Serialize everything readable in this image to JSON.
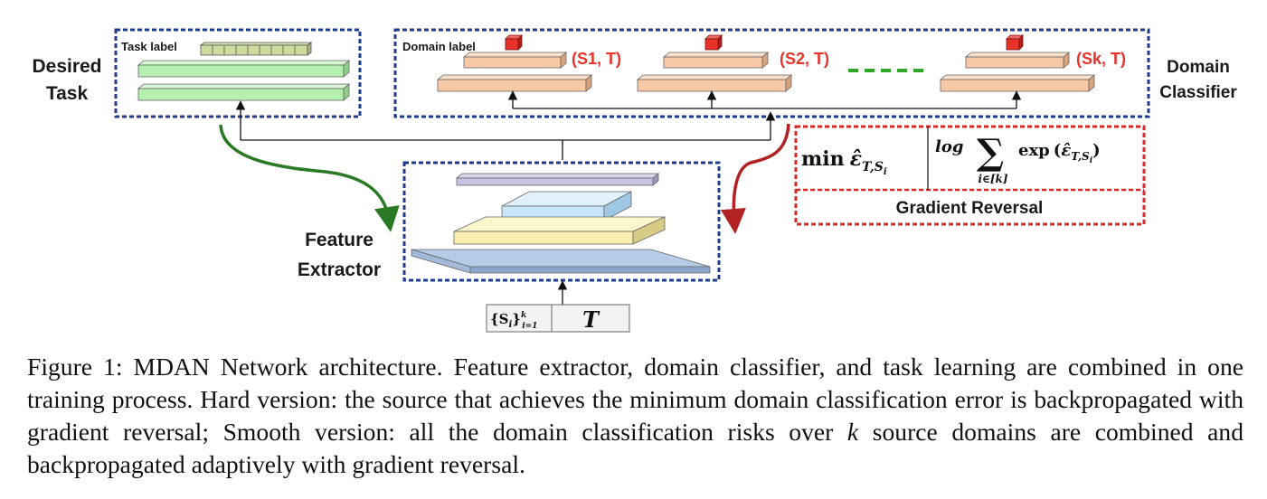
{
  "labels": {
    "desired_task": [
      "Desired",
      "Task"
    ],
    "domain_classifier": [
      "Domain",
      "Classifier"
    ],
    "feature_extractor": [
      "Feature",
      "Extractor"
    ],
    "task_label": "Task label",
    "domain_label": "Domain label",
    "pairs": [
      "(S1, T)",
      "(S2, T)",
      "(Sk, T)"
    ],
    "gradient_reversal": "Gradient Reversal"
  },
  "formula": {
    "min_text": "min",
    "log_text": "log",
    "exp_text": "exp",
    "sum_sub": "i∈[k]"
  },
  "input": {
    "s_text": "{S",
    "s_sub": "i",
    "s_sup": "k",
    "s_sub2": "i=1",
    "t_text": "T"
  },
  "caption": {
    "prefix": "Figure 1: MDAN Network architecture. Feature extractor, domain classifier, and task learning are combined in one training process. Hard version: the source that achieves the minimum domain classification error is backpropagated with gradient reversal; Smooth version: all the domain classification risks over ",
    "k": "k",
    "suffix": " source domains are combined and backpropagated adaptively with gradient reversal."
  },
  "colors": {
    "dash_blue": "#1f3b8c",
    "dash_red": "#d42a2a",
    "green_layer": "#b6f0b0",
    "orange_layer": "#f7c9a6",
    "domain_cube": "#e8322a",
    "green_dots": "#2fa52a",
    "green_arrow": "#2a7a25",
    "red_arrow": "#b32222"
  }
}
